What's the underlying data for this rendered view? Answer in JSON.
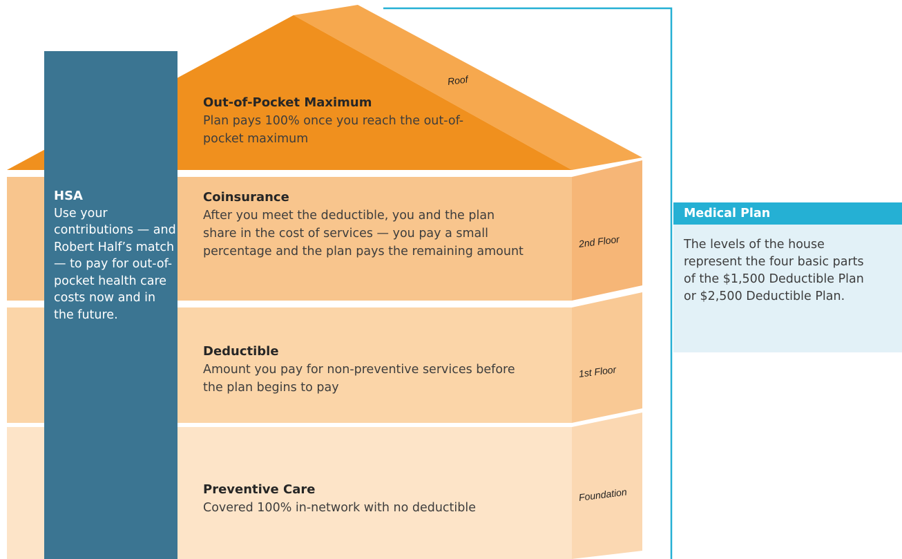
{
  "hsa": {
    "title": "HSA",
    "description": "Use your contributions — and Robert Half’s match — to pay for out-of-pocket health care costs now and in the future."
  },
  "levels": {
    "roof": {
      "tag": "Roof",
      "title": "Out-of-Pocket Maximum",
      "description": "Plan pays 100% once you reach the out-of-pocket maximum"
    },
    "second_floor": {
      "tag": "2nd Floor",
      "title": "Coinsurance",
      "description": "After you meet the deductible, you and the plan share in the cost of services — you pay a small percentage and the plan pays the remaining amount"
    },
    "first_floor": {
      "tag": "1st Floor",
      "title": "Deductible",
      "description": "Amount you pay for non-preventive services before the plan begins to pay"
    },
    "foundation": {
      "tag": "Foundation",
      "title": "Preventive Care",
      "description": "Covered 100% in-network with no deductible"
    }
  },
  "medical_plan": {
    "title": "Medical Plan",
    "description": "The levels of the house represent the four basic parts of the $1,500 Deductible Plan or $2,500 Deductible Plan."
  },
  "colors": {
    "roof_front": "#f0901e",
    "roof_side": "#f6a84e",
    "floor2_front": "#f8c58d",
    "floor2_side": "#f6b677",
    "floor1_front": "#fbd5a8",
    "floor1_side": "#f9c995",
    "foundation_front": "#fde4c8",
    "foundation_side": "#fbd8b2",
    "hsa_pillar": "#3b7592",
    "bracket_line": "#25b0d4",
    "medical_header": "#25b0d4",
    "medical_body": "#e2f1f7"
  }
}
